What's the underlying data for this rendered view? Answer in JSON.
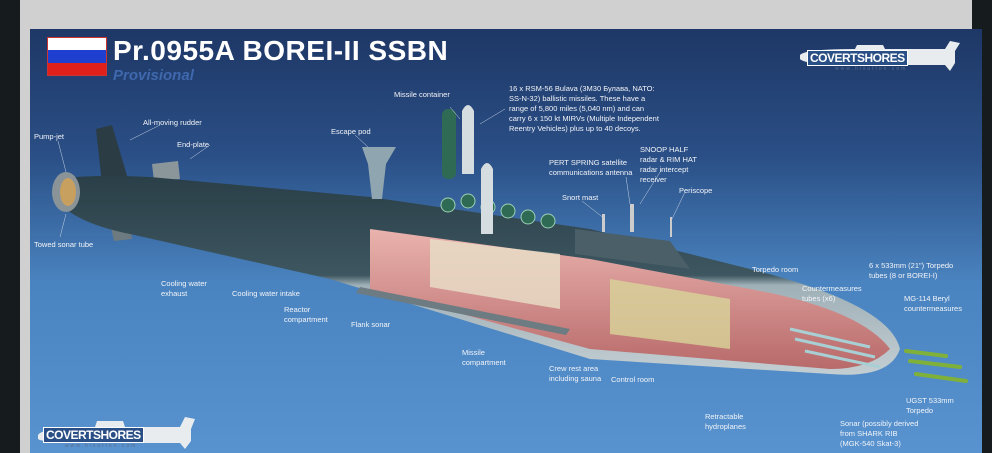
{
  "header": {
    "title": "Pr.0955A BOREI-II SSBN",
    "subtitle": "Provisional",
    "flag_colors": [
      "#ffffff",
      "#1e3fd0",
      "#e0201a"
    ]
  },
  "logo": {
    "name": "COVERTSHORES",
    "url": "www.hisutton.com"
  },
  "labels": {
    "pump_jet": "Pump-jet",
    "rudder": "All-moving rudder",
    "end_plate": "End-plate",
    "escape_pod": "Escape pod",
    "missile_container": "Missile container",
    "missiles": "16 x RSM-56 Bulava (3M30 Булава, NATO: SS-N-32) ballistic missiles. These have a range of 5,800 miles (5,040 nm) and can carry 6 x 150 kt MIRVs (Multiple Independent Reentry Vehicles) plus up to 40 decoys.",
    "pert_spring": "PERT SPRING satellite communications antenna",
    "snoop_half": "SNOOP HALF radar & RIM HAT radar intercept receiver",
    "snort_mast": "Snort mast",
    "periscope": "Periscope",
    "torpedo_room": "Torpedo room",
    "torpedo_tubes": "6 x 533mm (21\") Torpedo tubes (8 or BOREI-I)",
    "countermeasures_tubes": "Countermeasures tubes (x6)",
    "mg114": "MG-114 Beryl countermeasures",
    "towed_sonar": "Towed sonar tube",
    "cooling_exhaust": "Cooling water exhaust",
    "cooling_intake": "Cooling water intake",
    "reactor": "Reactor compartment",
    "flank_sonar": "Flank sonar",
    "missile_compartment": "Missile compartment",
    "crew_rest": "Crew rest area including sauna",
    "control_room": "Control room",
    "hydroplanes": "Retractable hydroplanes",
    "ugst": "UGST 533mm Torpedo",
    "sonar": "Sonar (possibly derived from SHARK RIB (MGK-540 Skat-3)"
  },
  "colors": {
    "hull_dark": "#2f4650",
    "hull_light": "#a9b7bd",
    "interior": "#d99a98",
    "missile_tube": "#2f6a55",
    "torpedo": "#7fb13a"
  }
}
